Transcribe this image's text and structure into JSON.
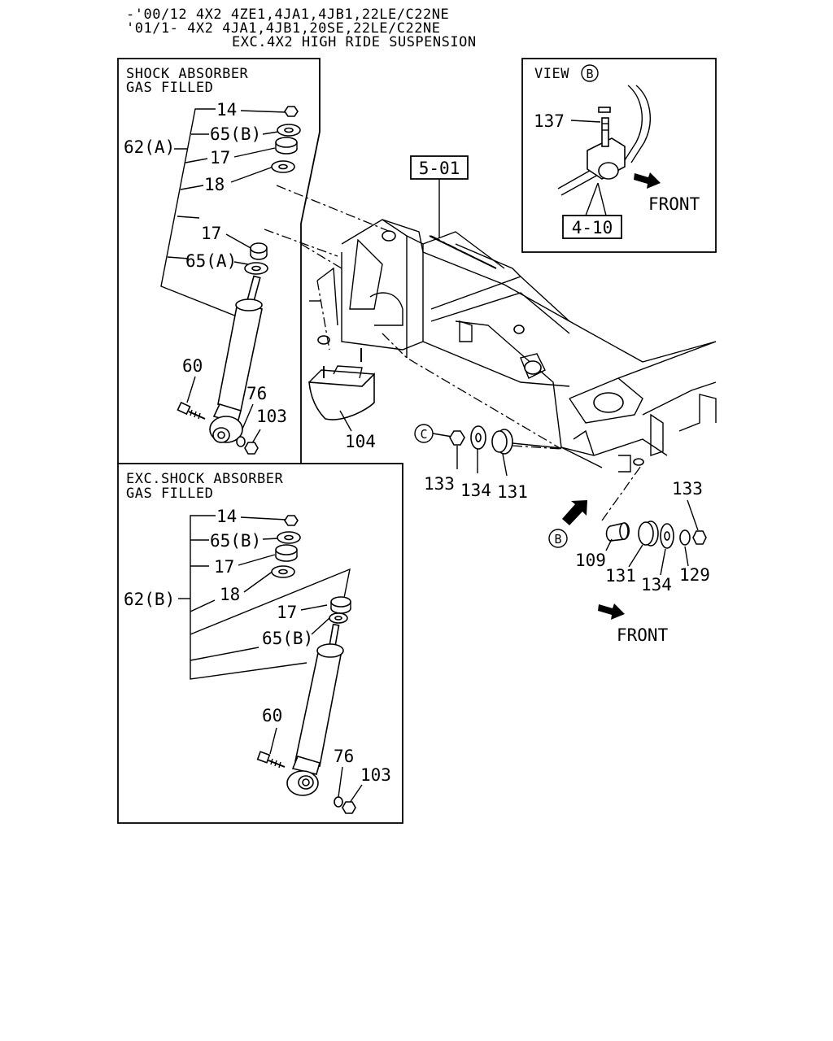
{
  "header": {
    "line1": "-'00/12 4X2 4ZE1,4JA1,4JB1,22LE/C22NE",
    "line2": "'01/1-  4X2 4JA1,4JB1,20SE,22LE/C22NE",
    "line3": "EXC.4X2 HIGH RIDE SUSPENSION"
  },
  "panel_gas": {
    "title1": "SHOCK ABSORBER",
    "title2": "GAS FILLED",
    "labels": {
      "p14": "14",
      "p65b": "65(B)",
      "p62a": "62(A)",
      "p17a": "17",
      "p18": "18",
      "p17b": "17",
      "p65a": "65(A)",
      "p60": "60",
      "p76": "76",
      "p103": "103"
    }
  },
  "panel_exc": {
    "title1": "EXC.SHOCK ABSORBER",
    "title2": "GAS FILLED",
    "labels": {
      "p14": "14",
      "p65b": "65(B)",
      "p17a": "17",
      "p62b": "62(B)",
      "p18": "18",
      "p17b": "17",
      "p65b2": "65(B)",
      "p60": "60",
      "p76": "76",
      "p103": "103"
    }
  },
  "view_b": {
    "title": "VIEW",
    "marker": "B",
    "p137": "137",
    "front": "FRONT",
    "ref": "4-10"
  },
  "main": {
    "ref501": "5-01",
    "p104": "104",
    "markerC": "C",
    "p133a": "133",
    "p134a": "134",
    "p131a": "131",
    "p133b": "133",
    "markerB": "B",
    "p109": "109",
    "p131b": "131",
    "p134b": "134",
    "p129": "129",
    "front": "FRONT"
  }
}
